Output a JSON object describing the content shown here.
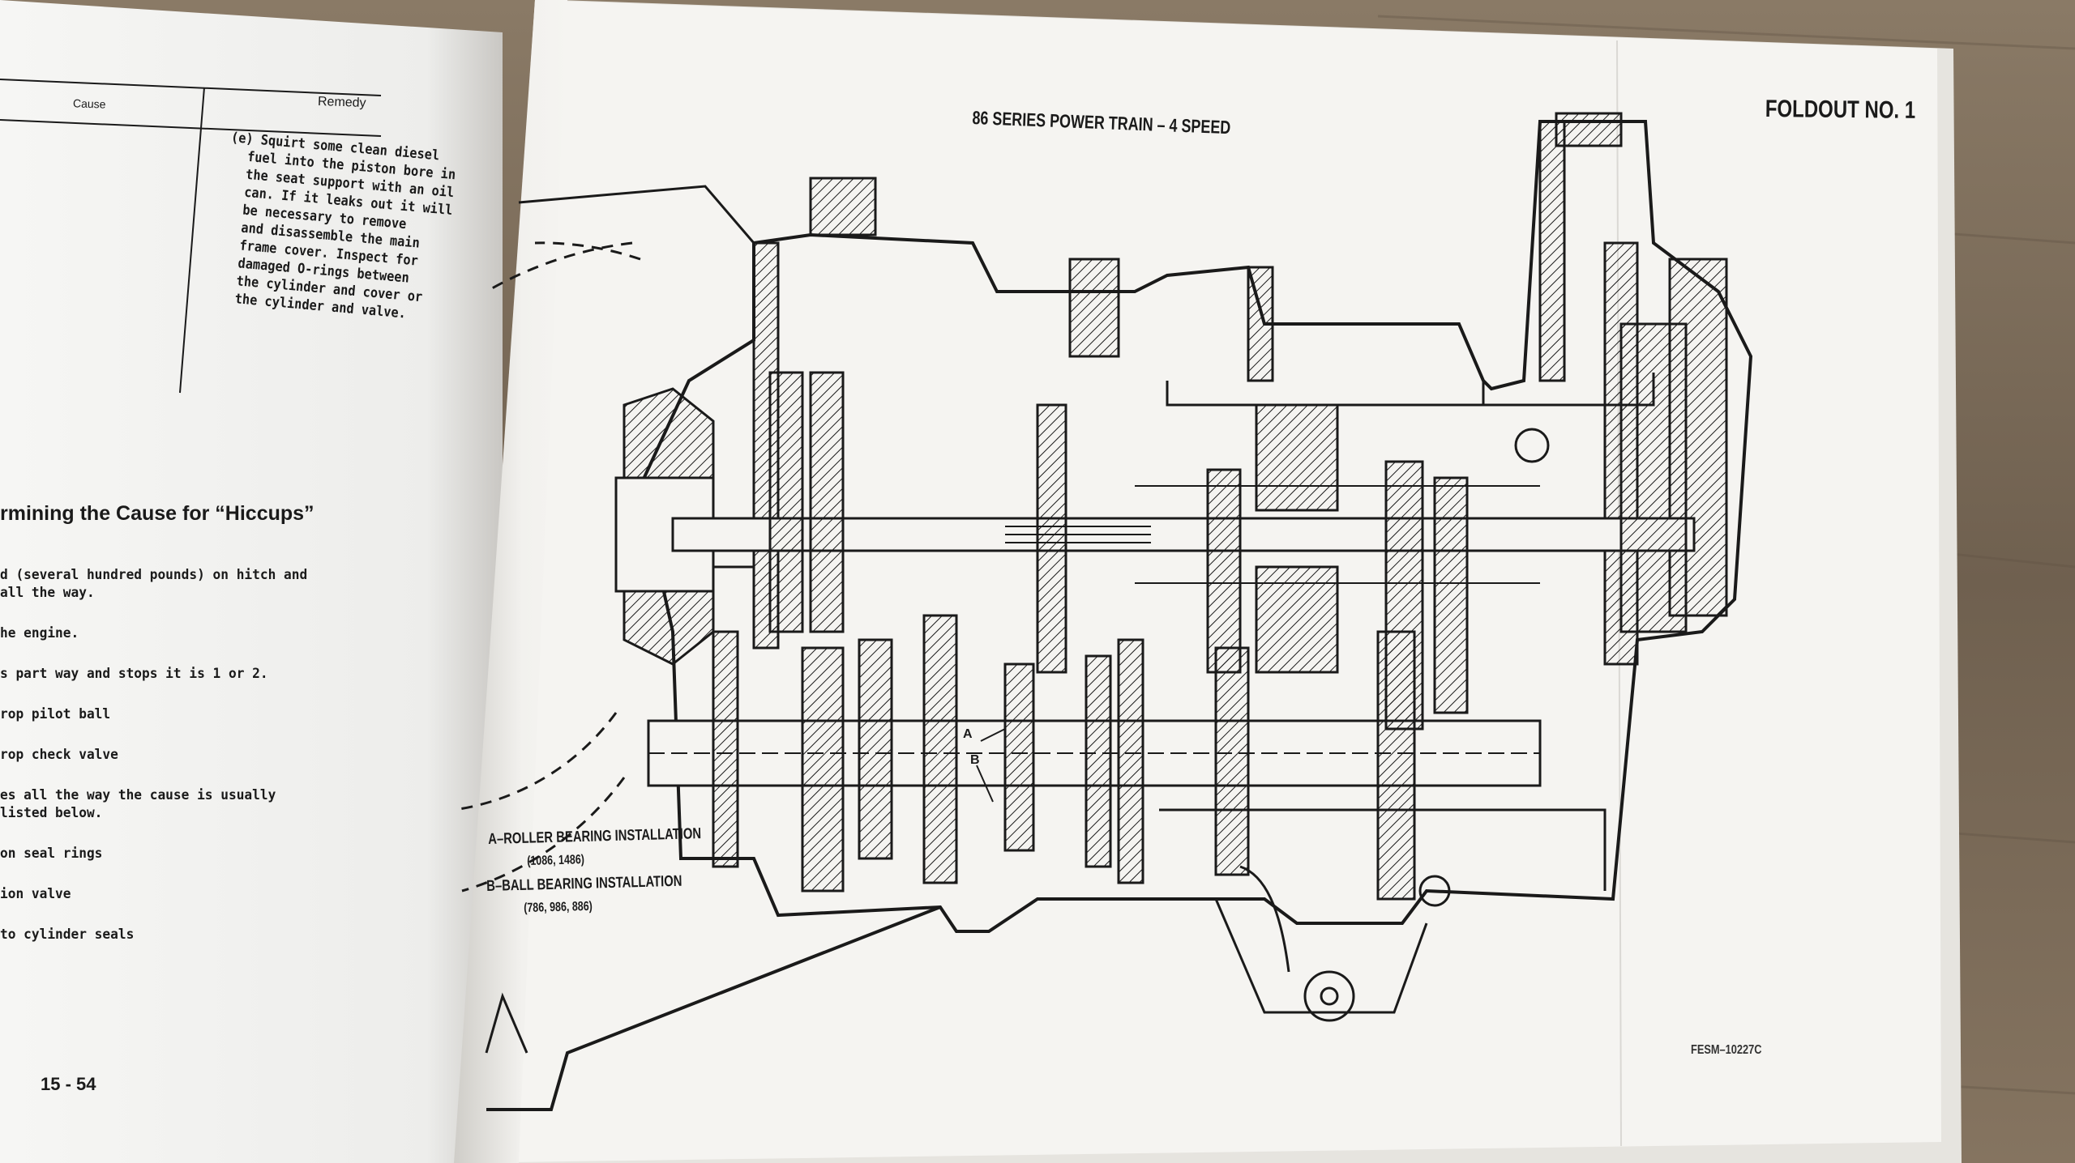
{
  "left_page": {
    "table_header": {
      "cause": "Cause",
      "remedy": "Remedy"
    },
    "remedy_lines": [
      "(e) Squirt some clean diesel",
      "fuel into the piston bore in",
      "the seat support with an oil",
      "can.  If it leaks out it will",
      "be necessary to remove",
      "and disassemble the main",
      "frame cover.  Inspect for",
      "damaged O-rings between",
      "the cylinder and cover or",
      "the cylinder and valve."
    ],
    "section_heading": "rmining the Cause for “Hiccups”",
    "body_lines": [
      "d (several hundred pounds) on hitch and",
      "all the way.",
      "he engine.",
      "s part way and stops it is 1 or 2.",
      "rop pilot ball",
      "rop check valve",
      "es all the way the cause is usually",
      " listed below.",
      "on seal rings",
      "ion valve",
      " to cylinder seals"
    ],
    "page_number": "15 - 54"
  },
  "right_page": {
    "title": "86 SERIES POWER TRAIN – 4 SPEED",
    "foldout": "FOLDOUT  NO.  1",
    "callout_a": "A",
    "callout_b": "B",
    "legend_a_line1": "A–ROLLER BEARING INSTALLATION",
    "legend_a_line2": "(1086, 1486)",
    "legend_b_line1": "B–BALL BEARING INSTALLATION",
    "legend_b_line2": "(786, 986, 886)",
    "figure_code": "FESM–10227C"
  },
  "colors": {
    "paper": "#f4f3f0",
    "ink": "#1a1a1a",
    "wood": "#7a6a58"
  }
}
